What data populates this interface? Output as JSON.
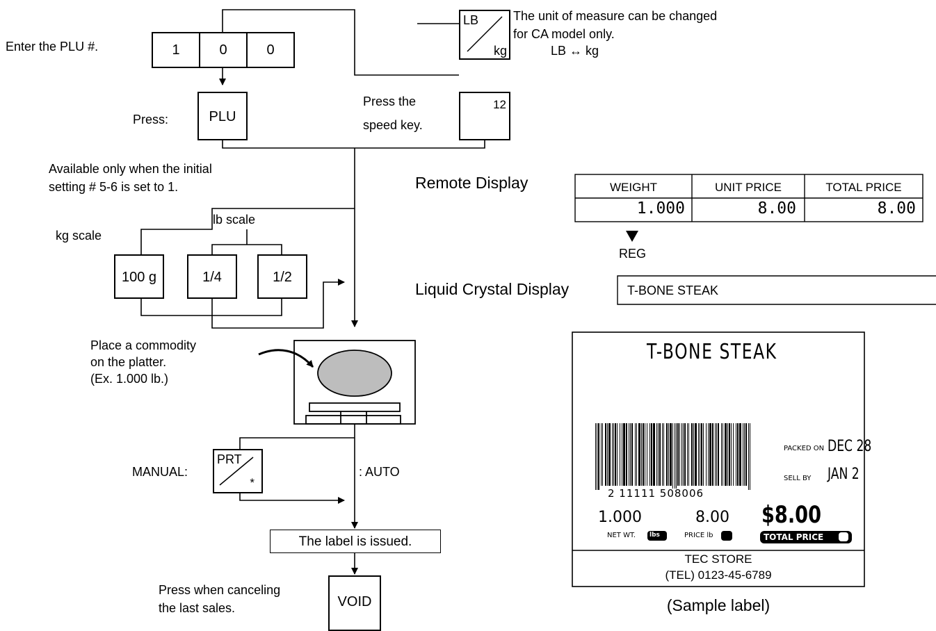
{
  "flow": {
    "enter_plu": "Enter the PLU #.",
    "plu_digits": [
      "1",
      "0",
      "0"
    ],
    "press_label": "Press:",
    "plu_key": "PLU",
    "press_speed": "Press the",
    "press_speed_2": "speed key.",
    "speed_key": "12",
    "unit_key_top": "LB",
    "unit_key_bottom": "kg",
    "unit_note_1": "The unit of measure can be changed",
    "unit_note_2": "for CA model only.",
    "unit_note_3": "LB ↔ kg",
    "available_1": "Available only when the initial",
    "available_2": "setting # 5-6 is set to 1.",
    "lb_scale": "lb scale",
    "kg_scale": "kg scale",
    "scale_keys": [
      "100 g",
      "1/4",
      "1/2"
    ],
    "place_1": "Place a commodity",
    "place_2": "on the platter.",
    "place_3": "(Ex. 1.000 lb.)",
    "manual": "MANUAL:",
    "prt_key_top": "PRT",
    "prt_key_bottom": "*",
    "auto": ": AUTO",
    "label_issued": "The label is issued.",
    "void_1": "Press when canceling",
    "void_2": "the last sales.",
    "void_key": "VOID"
  },
  "remote_display": {
    "title": "Remote Display",
    "headers": [
      "WEIGHT",
      "UNIT PRICE",
      "TOTAL PRICE"
    ],
    "values": [
      "1.000",
      "8.00",
      "8.00"
    ],
    "reg": "REG"
  },
  "lcd": {
    "title": "Liquid Crystal Display",
    "text": "T-BONE STEAK"
  },
  "sample_label": {
    "product": "T-BONE STEAK",
    "packed_on_label": "PACKED ON",
    "packed_on_value": "DEC 28",
    "sell_by_label": "SELL BY",
    "sell_by_value": "JAN 2",
    "barcode_digits": "2 11111 508006",
    "net_wt": "1.000",
    "net_wt_label": "NET WT.",
    "net_wt_unit": "lbs",
    "price_lb": "8.00",
    "price_lb_label": "PRICE lb",
    "total": "$8.00",
    "total_label": "TOTAL PRICE",
    "store": "TEC STORE",
    "tel": "(TEL) 0123-45-6789",
    "caption": "(Sample label)"
  }
}
